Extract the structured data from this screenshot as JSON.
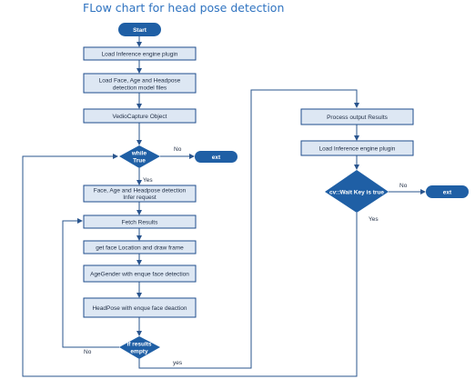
{
  "title": "FLow chart for head pose detection",
  "nodes": {
    "start": "Start",
    "load_plugin": "Load Inference engine plugin",
    "load_models_line1": "Load Face, Age and Headpose",
    "load_models_line2": "detection  model files",
    "video_capture": "VedioCapture Object",
    "while_line1": "while",
    "while_line2": "True",
    "exit1": "ext",
    "infer_line1": "Face, Age  and Headpose detection",
    "infer_line2": "Infer request",
    "fetch_results": "Fetch Results",
    "face_location": "get face Location and draw frame",
    "agegender": "AgeGender with enque face detection",
    "headpose": "HeadPose with enque face deaction",
    "if_line1": "if results",
    "if_line2": "empty",
    "process_output": "Process output Results",
    "load_plugin2": "Load Inference engine plugin",
    "waitkey": "cv::Wait Key is true",
    "exit2": "ext"
  },
  "labels": {
    "no1": "No",
    "yes1": "Yes",
    "no2": "No",
    "yes2": "yes",
    "no3": "No",
    "yes3": "Yes"
  }
}
